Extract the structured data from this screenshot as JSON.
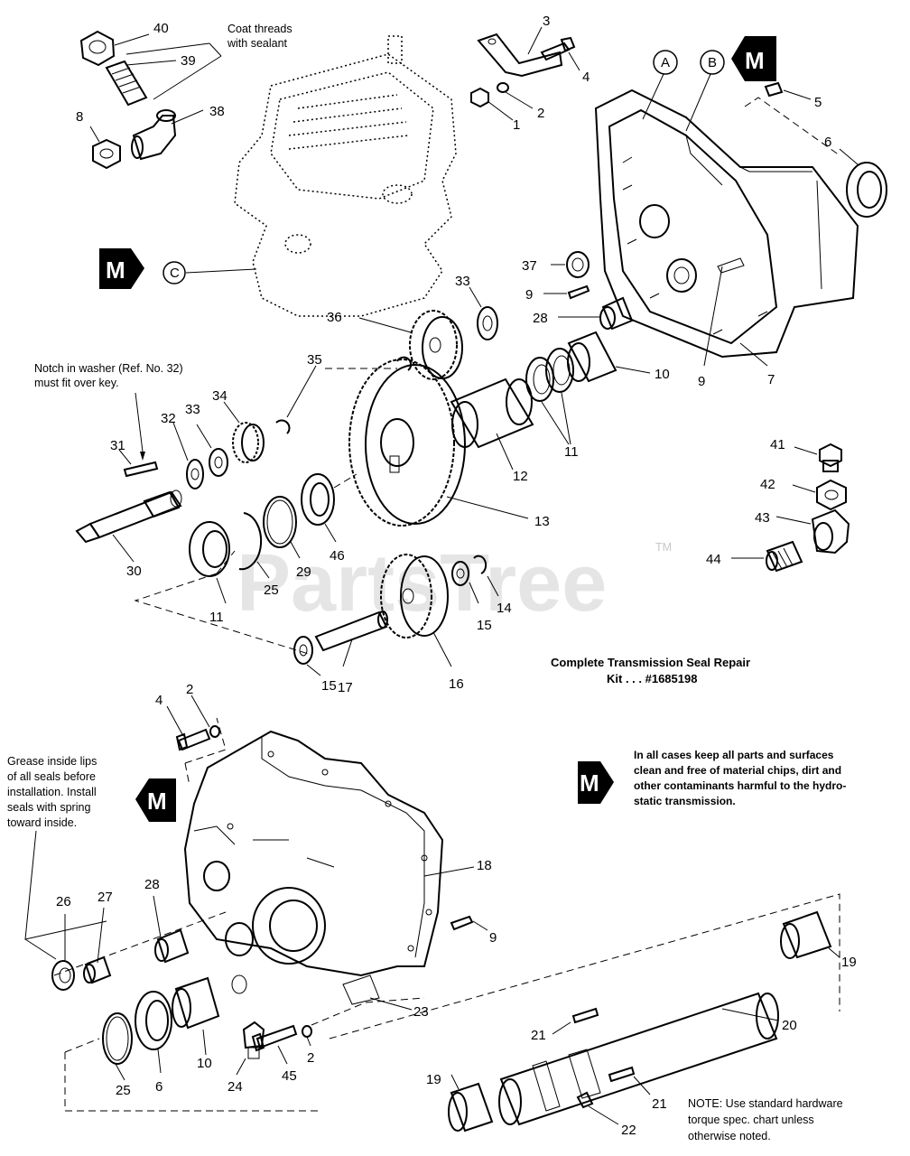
{
  "watermark": {
    "text": "PartsTree",
    "mark": "TM"
  },
  "marker_letter": "M",
  "circle_labels": [
    "A",
    "B",
    "C"
  ],
  "notes": {
    "coat_threads": [
      "Coat threads",
      "with sealant"
    ],
    "notch_washer": [
      "Notch in washer (Ref. No. 32)",
      "must fit over key."
    ],
    "kit": [
      "Complete Transmission Seal Repair",
      "Kit . . . #1685198"
    ],
    "clean": [
      "In all cases keep all parts and surfaces",
      "clean and free of material chips, dirt and",
      "other contaminants harmful to the hydro-",
      "static transmission."
    ],
    "grease": [
      "Grease inside lips",
      "of all seals before",
      "installation. Install",
      "seals with spring",
      "toward inside."
    ],
    "hardware": [
      "NOTE: Use standard hardware",
      "torque spec. chart unless",
      "otherwise noted."
    ]
  },
  "callouts": {
    "c40": "40",
    "c39": "39",
    "c38": "38",
    "c8": "8",
    "c3": "3",
    "c4a": "4",
    "c2a": "2",
    "c1": "1",
    "c5": "5",
    "c6a": "6",
    "c37": "37",
    "c9a": "9",
    "c28a": "28",
    "c9b": "9",
    "c7": "7",
    "c10a": "10",
    "c33a": "33",
    "c36": "36",
    "c35": "35",
    "c11a": "11",
    "c12": "12",
    "c13": "13",
    "c32": "32",
    "c33b": "33",
    "c34": "34",
    "c31": "31",
    "c30": "30",
    "c11b": "11",
    "c25a": "25",
    "c29": "29",
    "c46": "46",
    "c14": "14",
    "c15a": "15",
    "c16": "16",
    "c17": "17",
    "c15b": "15",
    "c41": "41",
    "c42": "42",
    "c43": "43",
    "c44": "44",
    "c4b": "4",
    "c2b": "2",
    "c18": "18",
    "c9c": "9",
    "c26": "26",
    "c27": "27",
    "c28b": "28",
    "c23": "23",
    "c10b": "10",
    "c6b": "6",
    "c25b": "25",
    "c24": "24",
    "c45": "45",
    "c2c": "2",
    "c19a": "19",
    "c20": "20",
    "c21a": "21",
    "c19b": "19",
    "c21b": "21",
    "c22": "22"
  }
}
